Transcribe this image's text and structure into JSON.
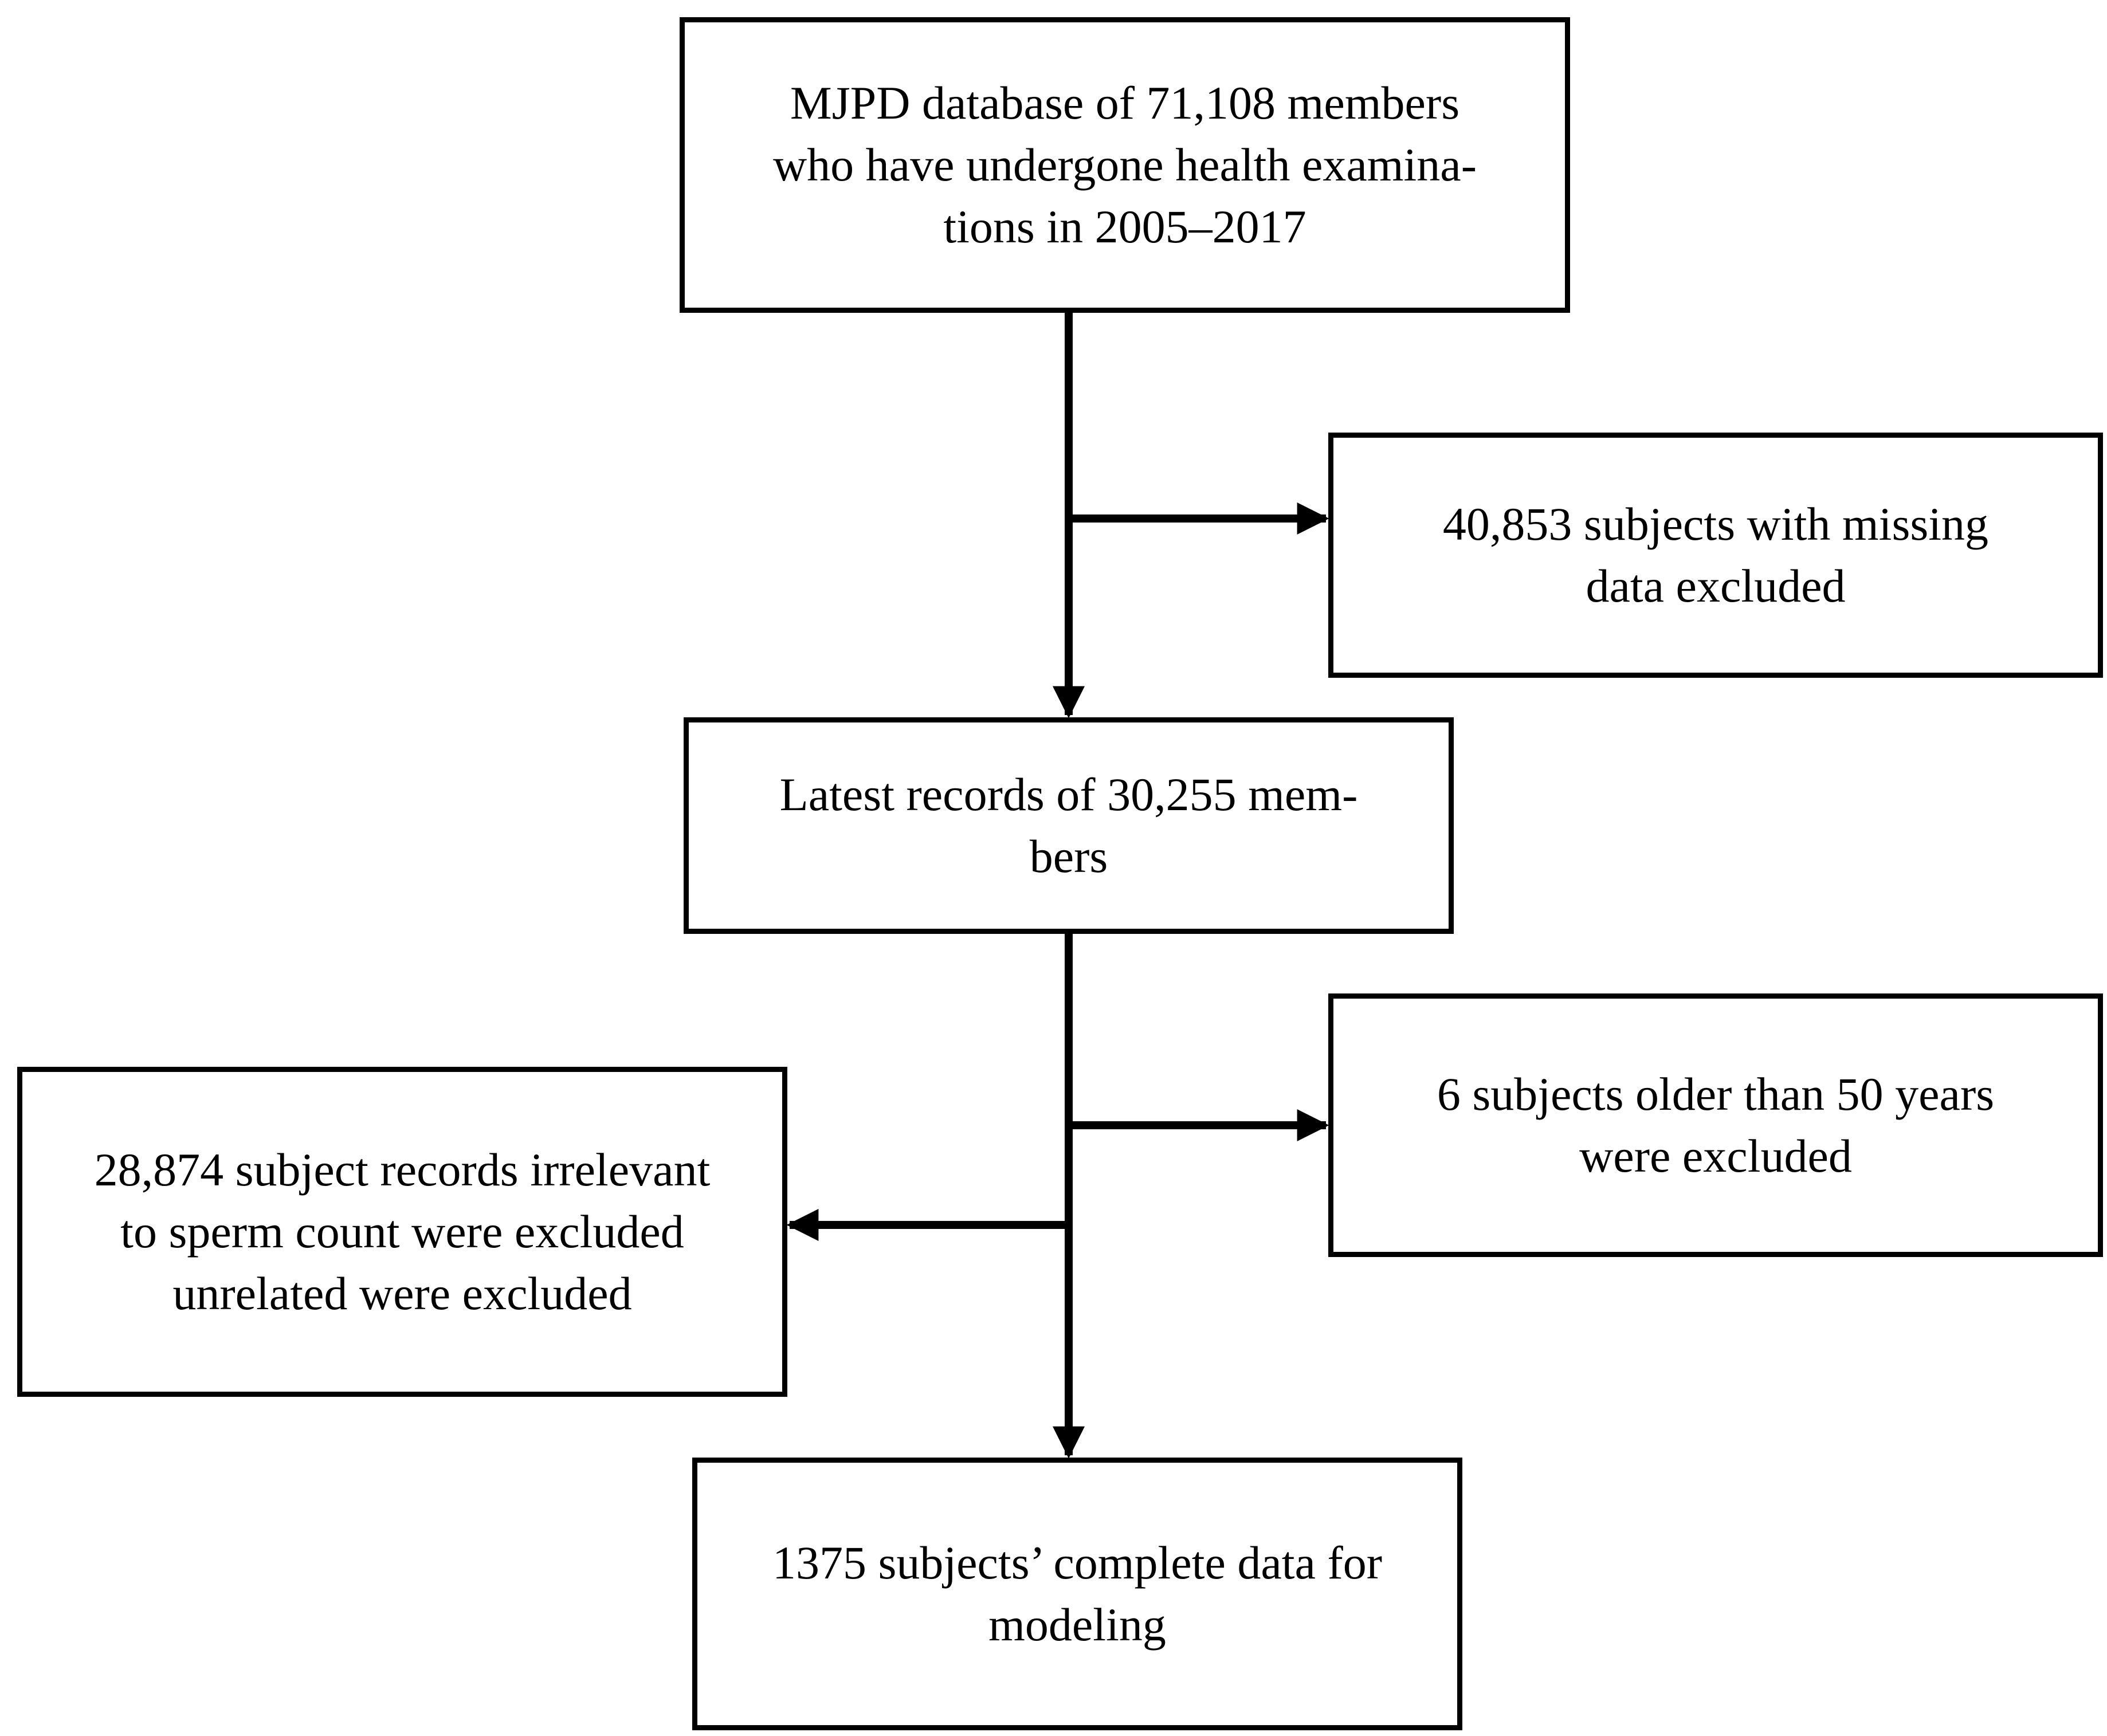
{
  "flowchart": {
    "database": {
      "lines": [
        "MJPD database of 71,108 members",
        "who have undergone health examina-",
        "tions in 2005–2017"
      ]
    },
    "missing_excluded": {
      "lines": [
        "40,853 subjects with missing",
        "data excluded"
      ]
    },
    "latest_records": {
      "lines": [
        "Latest records of 30,255 mem-",
        "bers"
      ]
    },
    "older_excluded": {
      "lines": [
        "6 subjects older than 50 years",
        "were excluded"
      ]
    },
    "irrelevant_excluded": {
      "lines": [
        "28,874 subject records irrelevant",
        "to sperm count were excluded",
        "unrelated were excluded"
      ]
    },
    "final_modeling": {
      "lines": [
        "1375 subjects’ complete data for",
        "modeling"
      ]
    }
  }
}
